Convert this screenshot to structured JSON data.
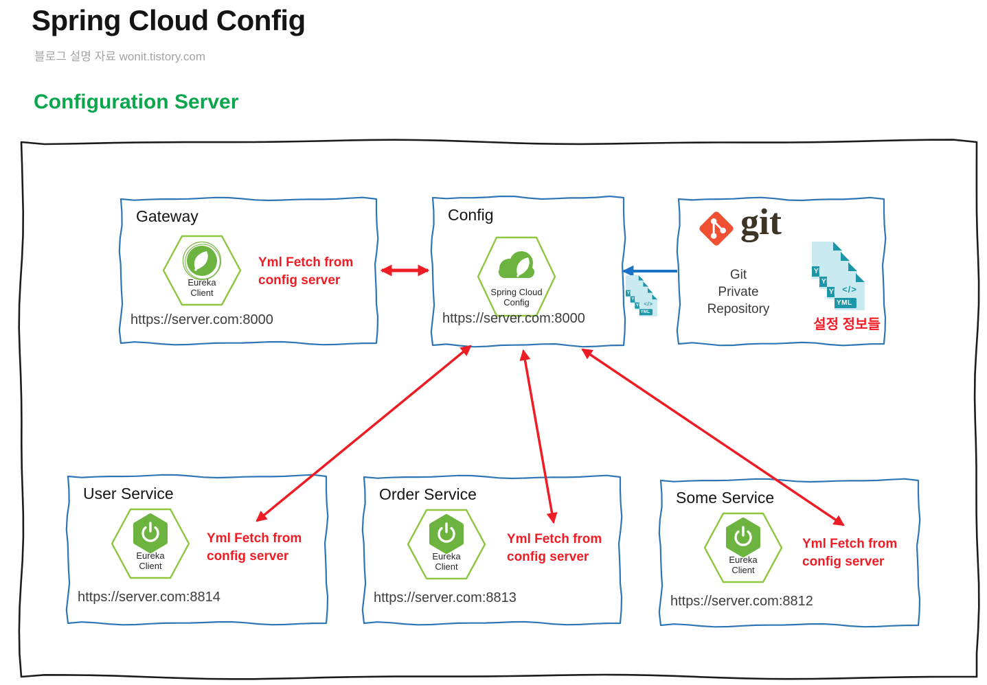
{
  "page": {
    "title": "Spring Cloud Config",
    "subtitle": "블로그 설명 자료 wonit.tistory.com",
    "section_heading": "Configuration Server"
  },
  "colors": {
    "box_border_blue": "#2e75b6",
    "arrow_red": "#ee1c24",
    "arrow_blue": "#1a73c8",
    "heading_green": "#0aa64e",
    "spring_green": "#6db33f",
    "hex_border_green": "#8ec63f",
    "git_orange": "#f05133",
    "yml_teal": "#1d96a8"
  },
  "nodes": {
    "gateway": {
      "title": "Gateway",
      "badge_line1": "Eureka",
      "badge_line2": "Client",
      "note_line1": "Yml Fetch from",
      "note_line2": "config server",
      "url": "https://server.com:8000"
    },
    "config": {
      "title": "Config",
      "badge_line1": "Spring Cloud",
      "badge_line2": "Config",
      "url": "https://server.com:8000"
    },
    "git": {
      "logo_text": "git",
      "label_line1": "Git",
      "label_line2": "Private",
      "label_line3": "Repository",
      "yml_badge": "YML",
      "yml_glyph": "</>",
      "note": "설정 정보들"
    },
    "user_service": {
      "title": "User Service",
      "badge_line1": "Eureka",
      "badge_line2": "Client",
      "note_line1": "Yml Fetch from",
      "note_line2": "config server",
      "url": "https://server.com:8814"
    },
    "order_service": {
      "title": "Order Service",
      "badge_line1": "Eureka",
      "badge_line2": "Client",
      "note_line1": "Yml Fetch from",
      "note_line2": "config server",
      "url": "https://server.com:8813"
    },
    "some_service": {
      "title": "Some Service",
      "badge_line1": "Eureka",
      "badge_line2": "Client",
      "note_line1": "Yml Fetch from",
      "note_line2": "config server",
      "url": "https://server.com:8812"
    }
  }
}
